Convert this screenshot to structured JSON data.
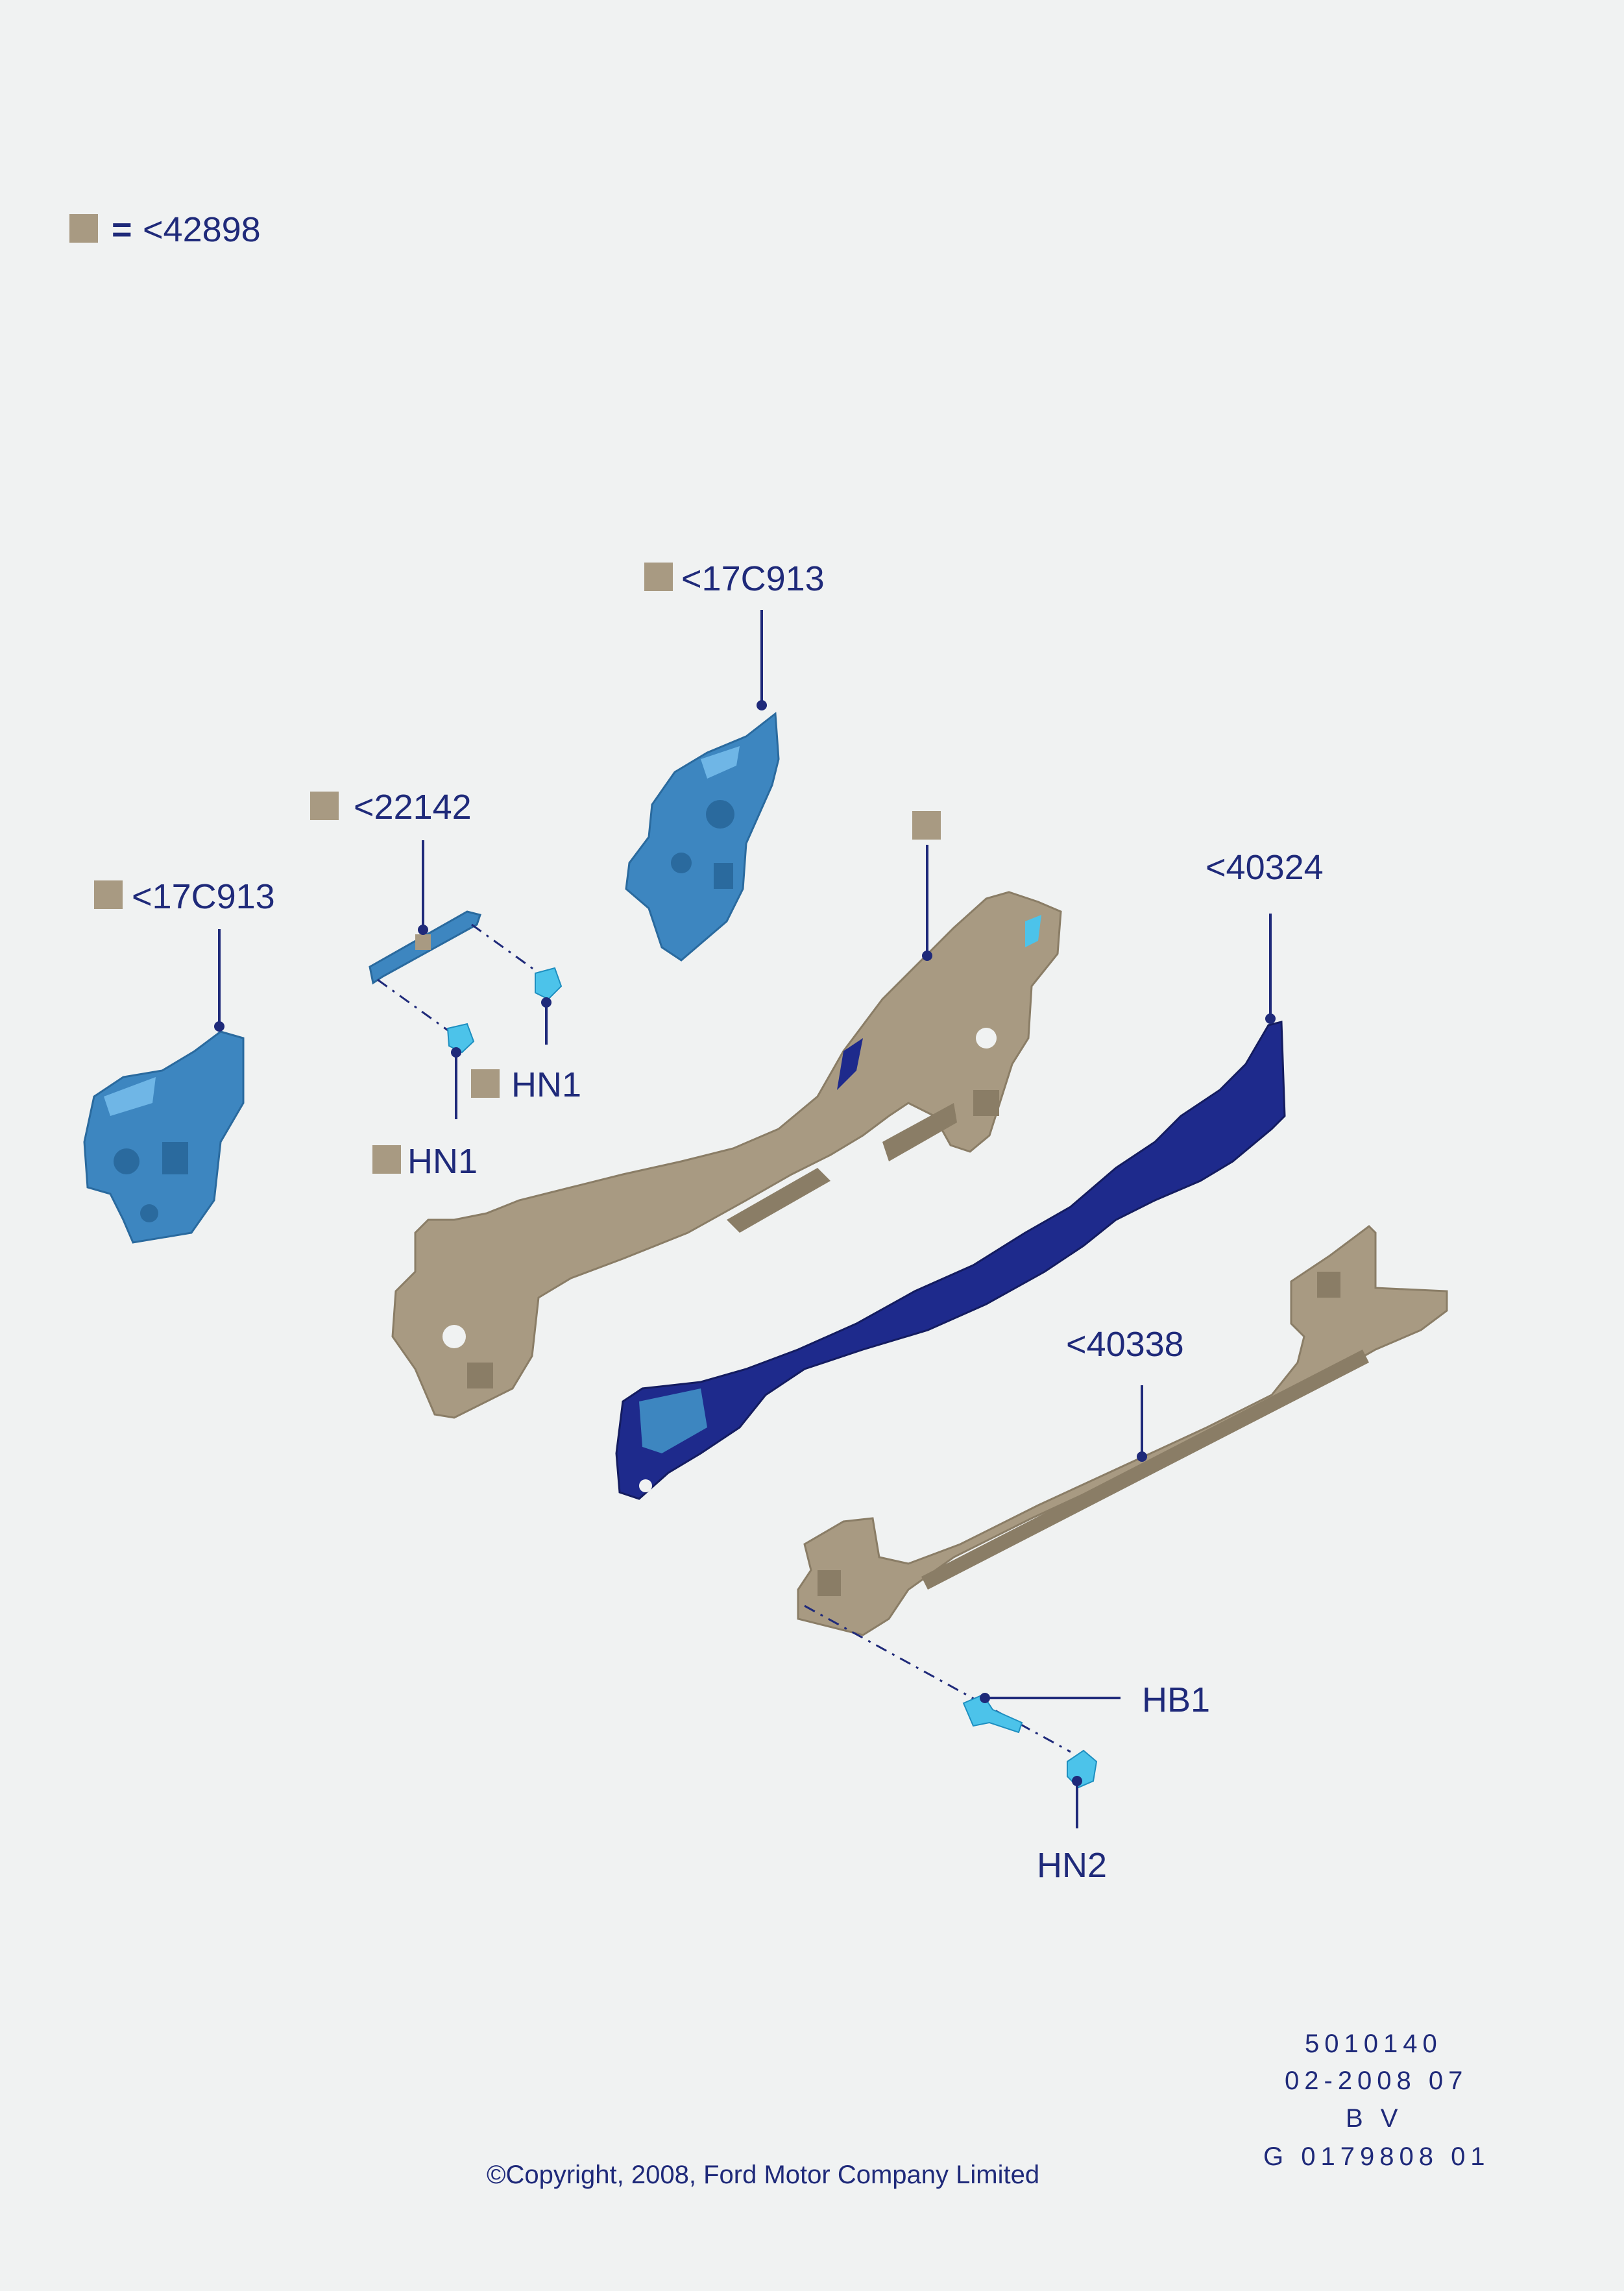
{
  "legend": {
    "equals": "=",
    "code": "<42898",
    "swatch_color": "#a89a82"
  },
  "callouts": {
    "part_17c913_top": "<17C913",
    "part_22142": "<22142",
    "part_17c913_left": "<17C913",
    "part_40324": "<40324",
    "part_40338": "<40338",
    "hn1_right": "HN1",
    "hn1_left": "HN1",
    "hb1": "HB1",
    "hn2": "HN2"
  },
  "meta": {
    "line1": "5010140",
    "line2": "02-2008 07",
    "line3": "B V",
    "line4": "G 0179808 01"
  },
  "copyright": "©Copyright, 2008, Ford Motor Company Limited",
  "colors": {
    "text": "#1f2a7a",
    "tan_part": "#a89a82",
    "blue_part": "#3d86c0",
    "navy_part": "#1e2a8c",
    "cyan_part": "#4cc3ea"
  }
}
